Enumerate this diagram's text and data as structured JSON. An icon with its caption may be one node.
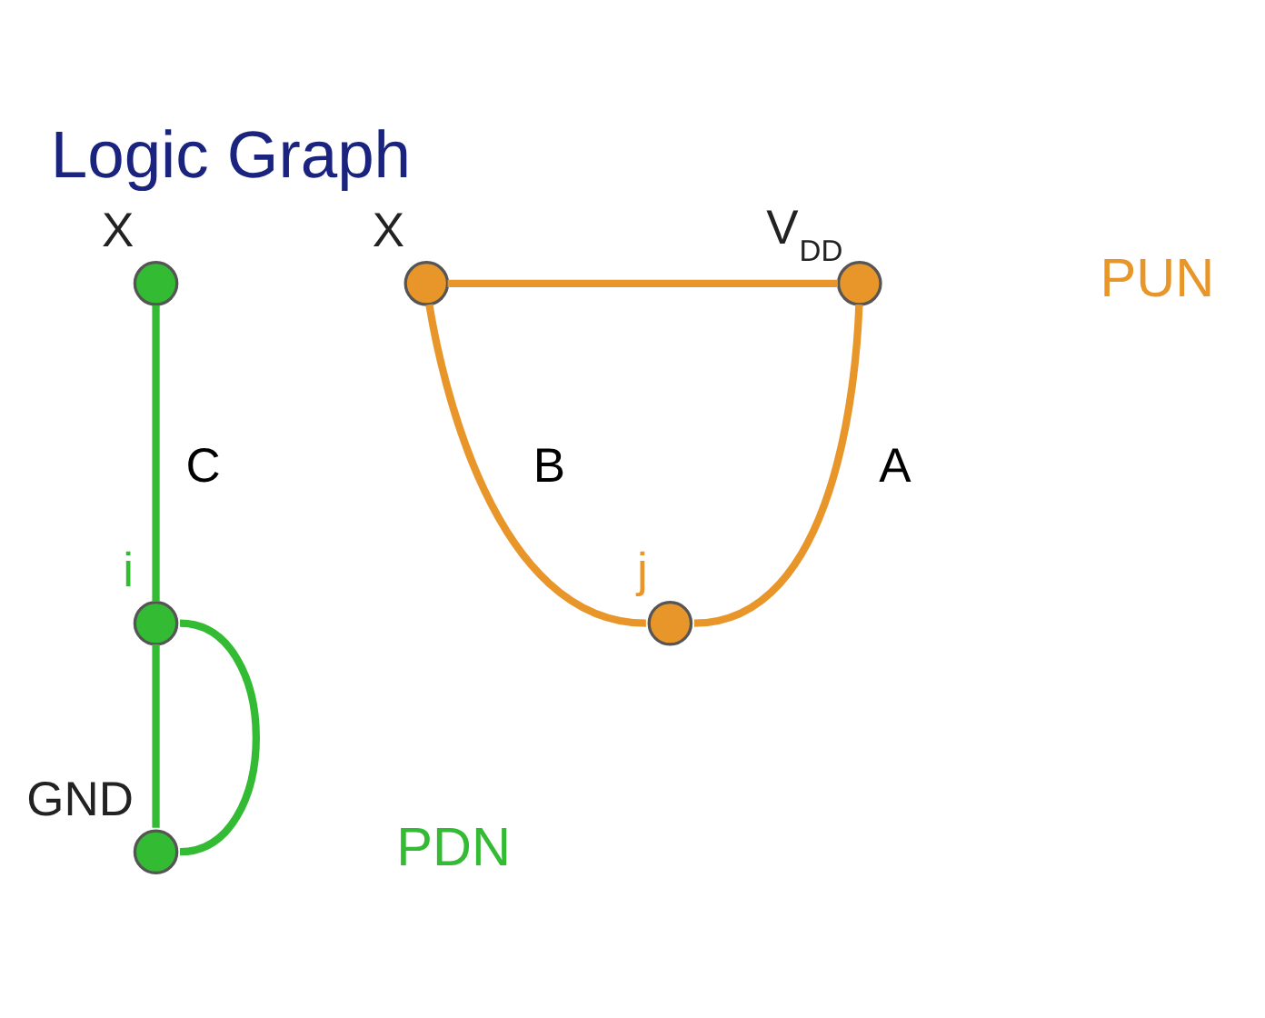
{
  "diagram": {
    "title": "Logic Graph",
    "nodes": [
      {
        "text": [
          "X"
        ]
      },
      {
        "text": [
          "X"
        ]
      },
      {
        "text": [
          "i"
        ]
      },
      {
        "text": [
          "V$_{DD}$"
        ]
      },
      {
        "text": [
          "j"
        ]
      },
      {
        "text": [
          "GND"
        ]
      }
    ],
    "edges": [
      {
        "from": 0,
        "to": 2,
        "arrow": "none",
        "label": "C",
        "color": "#33bb33"
      },
      {
        "from": 1,
        "to": 3,
        "arrow": "none",
        "color": "#e8962a"
      },
      {
        "from": 1,
        "to": 4,
        "arrow": "none",
        "label": "B",
        "color": "#e8962a"
      },
      {
        "from": 4,
        "to": 3,
        "arrow": "none",
        "label": "A",
        "color": "#e8962a"
      },
      {
        "from": 2,
        "to": 5,
        "arrow": "none",
        "color": "#33bb33"
      },
      {
        "from": 2,
        "to": 5,
        "arrow": "none",
        "color": "#33bb33"
      }
    ],
    "labels": [
      "PUN",
      "PDN"
    ]
  }
}
